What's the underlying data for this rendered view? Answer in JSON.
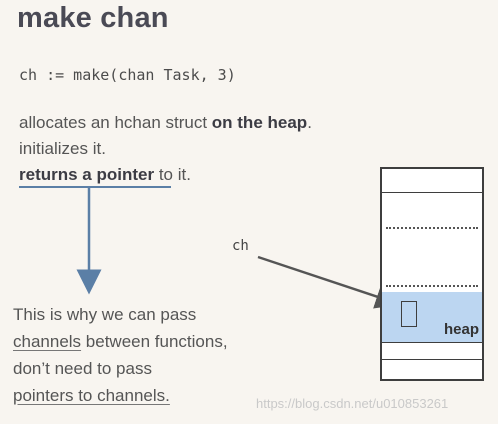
{
  "title": "make chan",
  "code": "ch := make(chan Task, 3)",
  "desc": {
    "line1_pre": "allocates an hchan struct ",
    "line1_bold": "on the heap",
    "line1_post": ".",
    "line2": "initializes it.",
    "line3_bold": "returns a pointer",
    "line3_post": " to it."
  },
  "bottom": {
    "line1": "This is why we can pass",
    "line2_u": "channels",
    "line2_post": " between functions,",
    "line3": "don’t need to pass",
    "line4_u": "pointers to channels."
  },
  "diagram": {
    "ch_label": "ch",
    "heap_label": "heap"
  },
  "watermark": "https://blog.csdn.net/u010853261",
  "colors": {
    "background": "#f8f5f0",
    "accent_blue": "#5b7fa6",
    "heap_fill": "#bcd6f1"
  }
}
